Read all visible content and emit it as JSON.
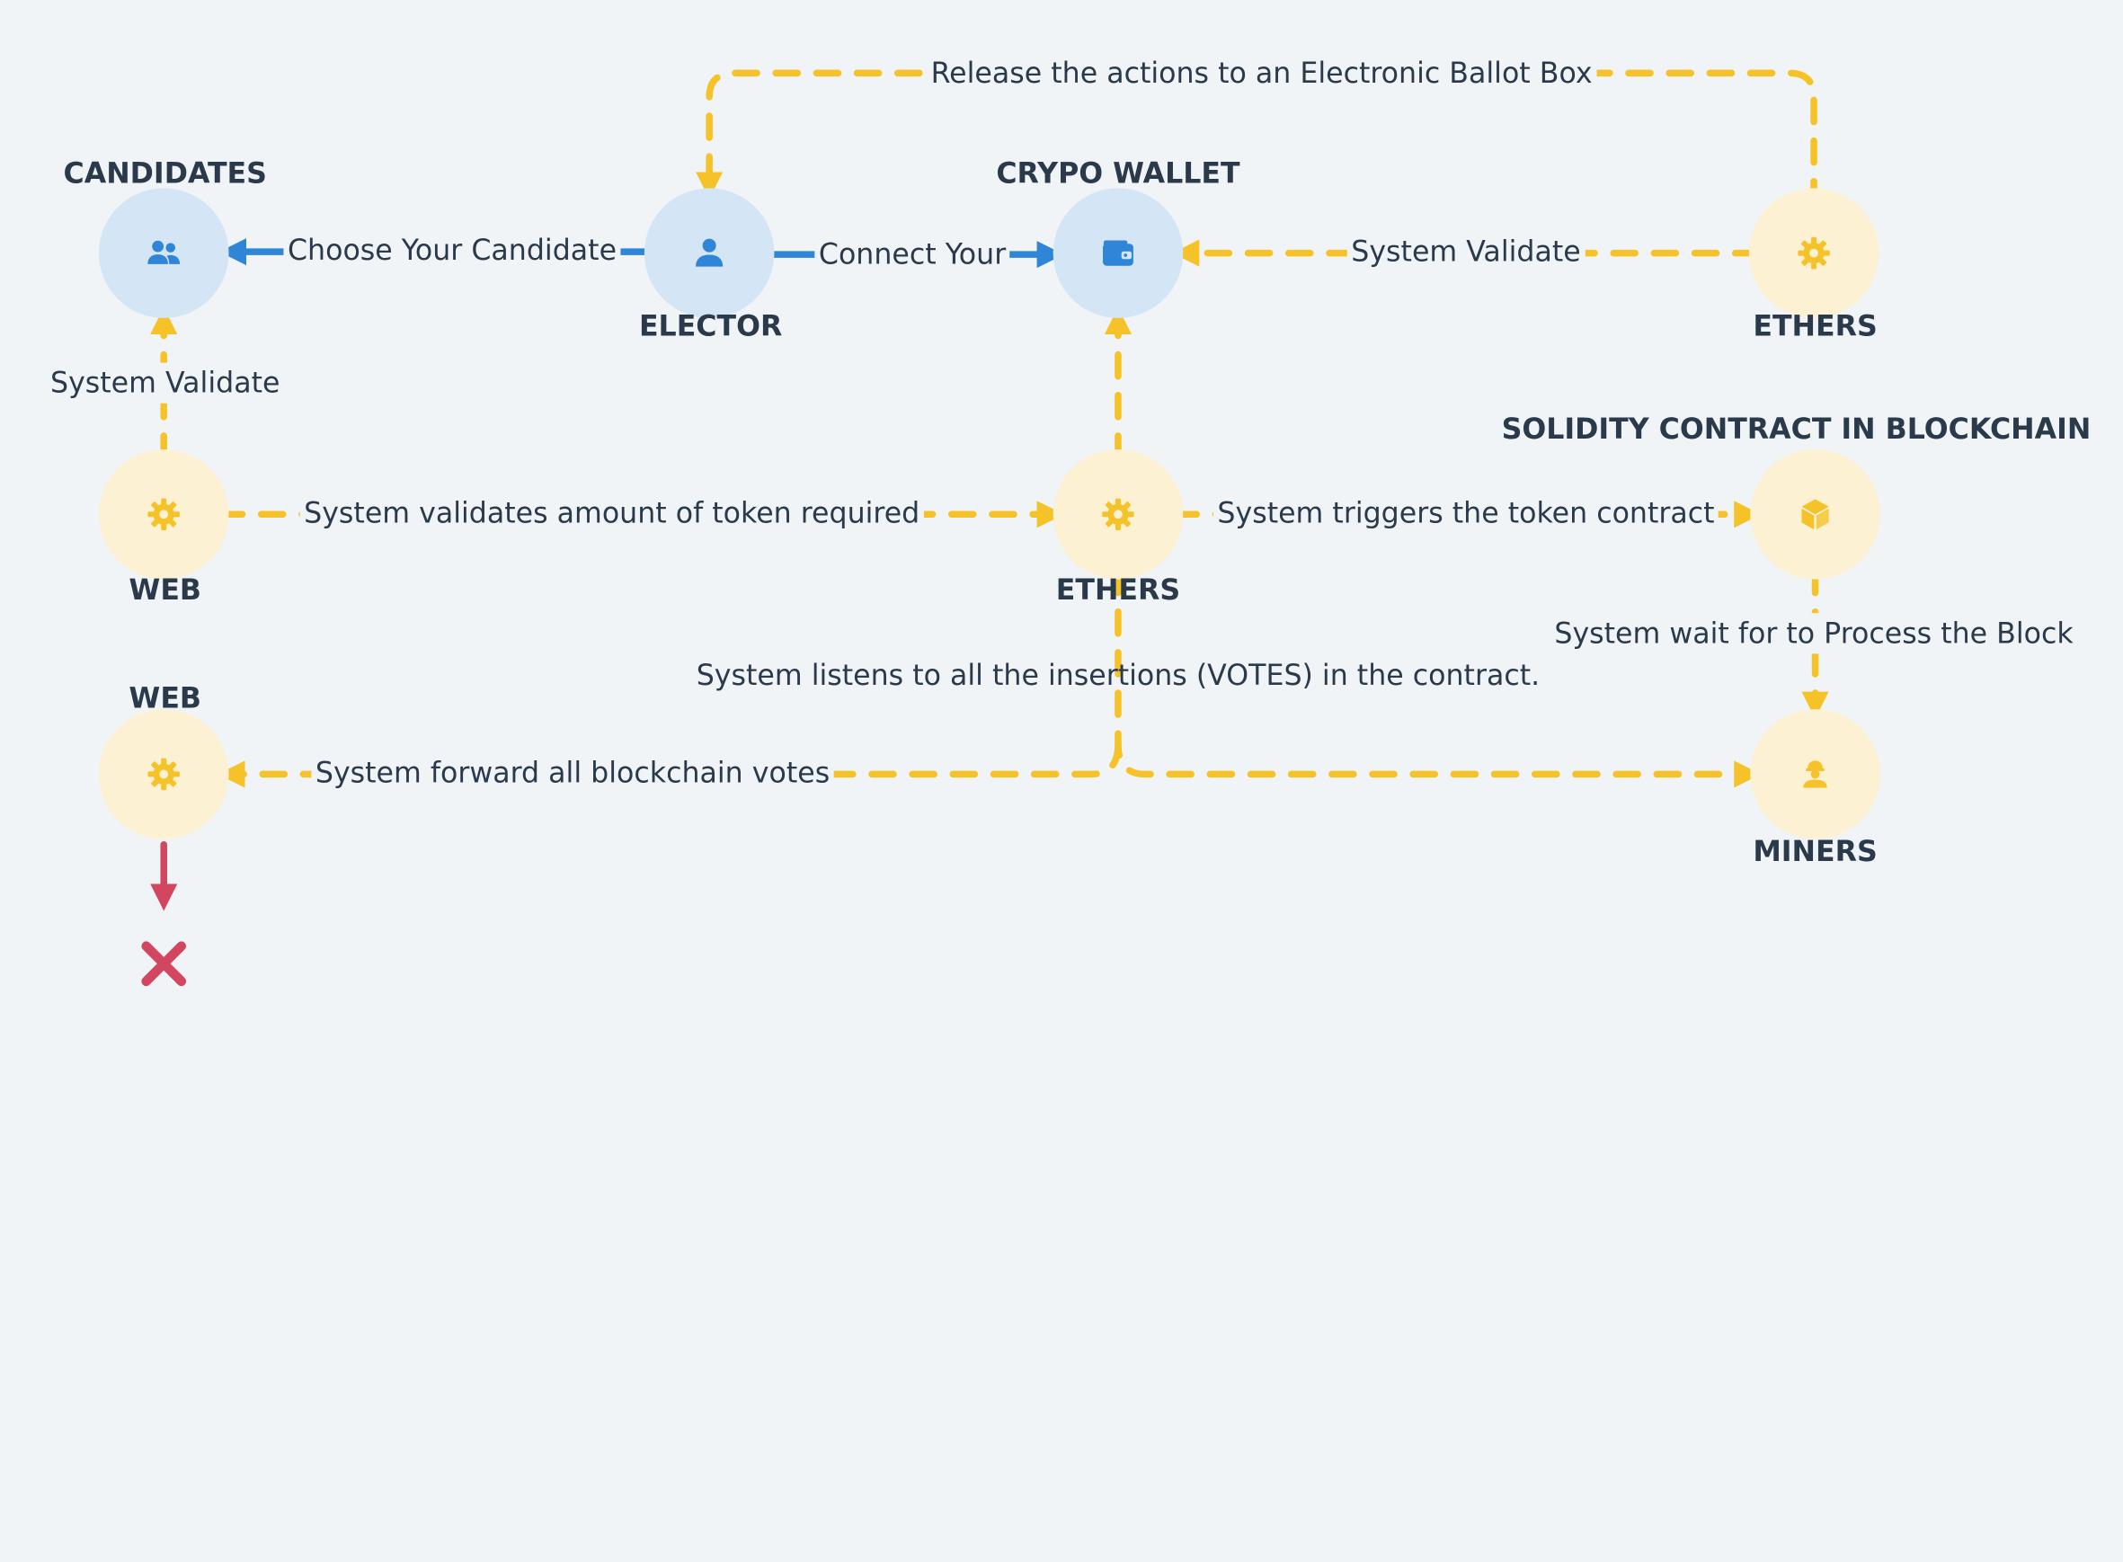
{
  "nodes": {
    "candidates": {
      "title": "CANDIDATES",
      "icon": "users-icon"
    },
    "elector": {
      "title": "ELECTOR",
      "icon": "user-icon"
    },
    "wallet": {
      "title": "CRYPO WALLET",
      "icon": "wallet-icon"
    },
    "ethers_top": {
      "title": "ETHERS",
      "icon": "gear-icon"
    },
    "web_mid": {
      "title": "WEB",
      "icon": "gear-icon"
    },
    "ethers_mid": {
      "title": "ETHERS",
      "icon": "gear-icon"
    },
    "contract": {
      "title": "SOLIDITY CONTRACT IN BLOCKCHAIN",
      "icon": "cube-icon"
    },
    "web_bottom": {
      "title": "WEB",
      "icon": "gear-icon"
    },
    "miners": {
      "title": "MINERS",
      "icon": "worker-icon"
    },
    "end": {
      "icon": "close-icon"
    }
  },
  "edges": {
    "release": "Release the actions to an Electronic Ballot Box",
    "choose": "Choose Your Candidate",
    "connect": "Connect Your",
    "validate_wallet": "System Validate",
    "validate_candidates": "System Validate",
    "validates_tokens": "System validates amount of token required",
    "triggers": "System triggers the token contract",
    "wait": "System wait for to Process the Block",
    "listens": "System listens to all the insertions (VOTES) in the contract.",
    "forward": "System forward all blockchain votes"
  },
  "colors": {
    "background": "#f0f4f7",
    "blue": "#2f86d8",
    "blue_light": "#d4e5f6",
    "yellow": "#f5c329",
    "yellow_light": "#fcf1d2",
    "red": "#d2475f",
    "text": "#2b3a4a"
  }
}
